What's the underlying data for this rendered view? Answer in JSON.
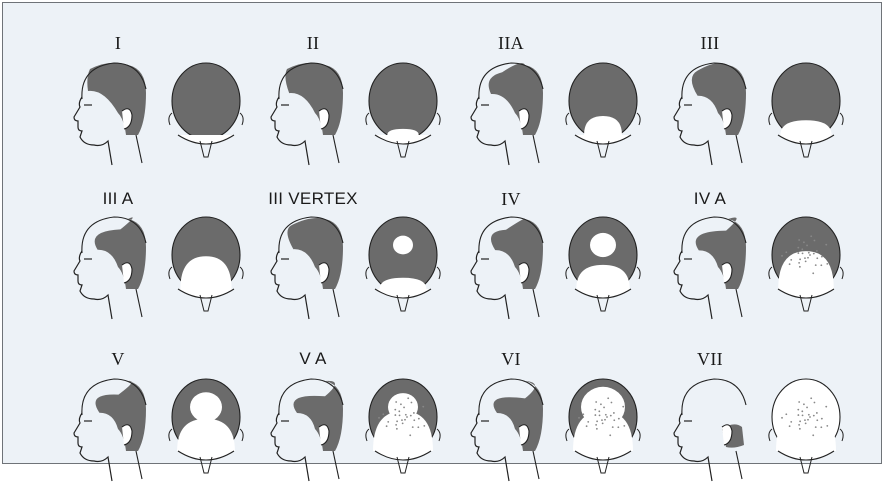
{
  "figure": {
    "colors": {
      "background": "#edf2f7",
      "hair": "#6b6b6b",
      "line": "#222222",
      "skin": "#ffffff",
      "border": "#6f7378"
    },
    "stages": [
      {
        "label": "I",
        "style": "roman",
        "hair": {
          "temple": 0.0,
          "front": 0.0,
          "vertex": 0.0,
          "sparse": 0.0
        }
      },
      {
        "label": "II",
        "style": "roman",
        "hair": {
          "temple": 0.35,
          "front": 0.0,
          "vertex": 0.0,
          "sparse": 0.0
        }
      },
      {
        "label": "IIA",
        "style": "roman",
        "hair": {
          "temple": 0.5,
          "front": 0.4,
          "vertex": 0.0,
          "sparse": 0.0
        }
      },
      {
        "label": "III",
        "style": "roman",
        "hair": {
          "temple": 0.8,
          "front": 0.2,
          "vertex": 0.0,
          "sparse": 0.0
        }
      },
      {
        "label": "III A",
        "style": "sans",
        "hair": {
          "temple": 0.8,
          "front": 0.8,
          "vertex": 0.0,
          "sparse": 0.0
        }
      },
      {
        "label": "III VERTEX",
        "style": "sans",
        "hair": {
          "temple": 0.7,
          "front": 0.1,
          "vertex": 0.3,
          "sparse": 0.0
        }
      },
      {
        "label": "IV",
        "style": "roman",
        "hair": {
          "temple": 0.85,
          "front": 0.5,
          "vertex": 0.45,
          "sparse": 0.0
        }
      },
      {
        "label": "IV A",
        "style": "sans",
        "hair": {
          "temple": 0.9,
          "front": 0.95,
          "vertex": 0.0,
          "sparse": 0.4
        }
      },
      {
        "label": "V",
        "style": "roman",
        "hair": {
          "temple": 0.95,
          "front": 0.75,
          "vertex": 0.6,
          "sparse": 0.0
        }
      },
      {
        "label": "V A",
        "style": "sans",
        "hair": {
          "temple": 1.0,
          "front": 1.0,
          "vertex": 0.55,
          "sparse": 0.6
        }
      },
      {
        "label": "VI",
        "style": "roman",
        "hair": {
          "temple": 1.0,
          "front": 1.0,
          "vertex": 0.9,
          "sparse": 0.7
        }
      },
      {
        "label": "VII",
        "style": "roman",
        "hair": {
          "temple": 1.0,
          "front": 1.0,
          "vertex": 1.0,
          "sparse": 1.0
        }
      }
    ]
  }
}
